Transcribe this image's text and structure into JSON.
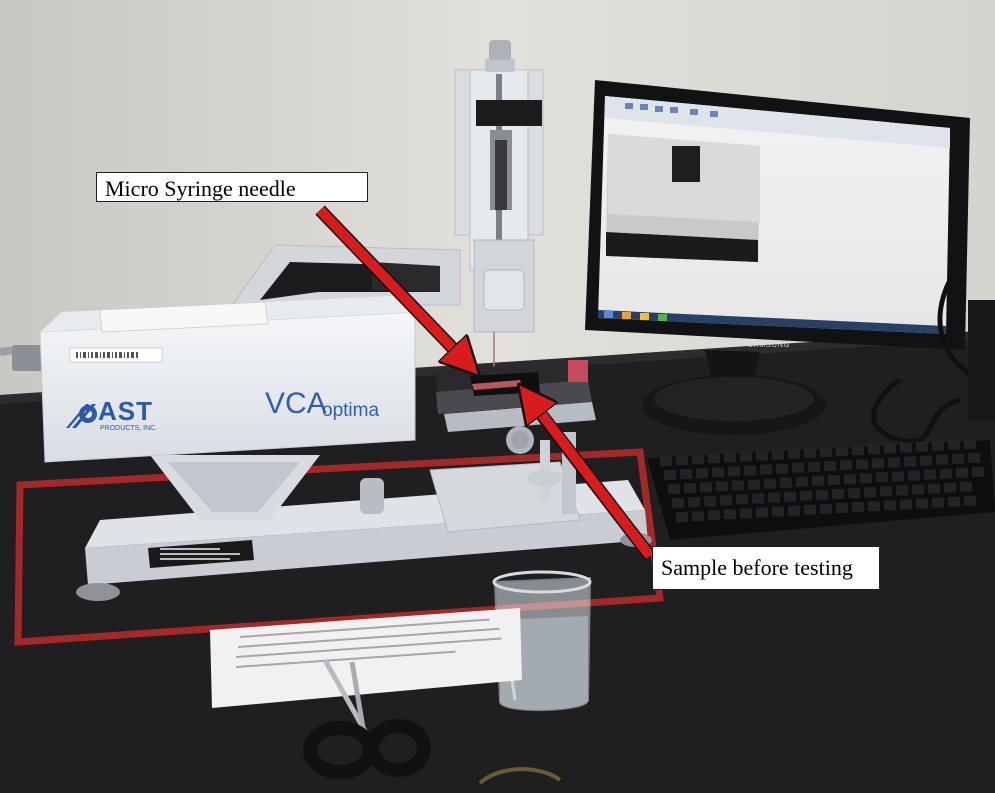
{
  "annotations": {
    "needle_label": "Micro Syringe needle",
    "sample_label": "Sample before testing"
  },
  "device": {
    "brand": "AST",
    "brand_subtitle": "PRODUCTS, INC.",
    "model_main": "VCA",
    "model_suffix": "optima"
  },
  "monitor": {
    "brand": "SAMSUNG"
  },
  "colors": {
    "wall": "#dcdad4",
    "bench": "#1d1d1f",
    "arrow": "#d81c1c",
    "instrument_body": "#eceff3",
    "tape": "#b52a2a"
  }
}
